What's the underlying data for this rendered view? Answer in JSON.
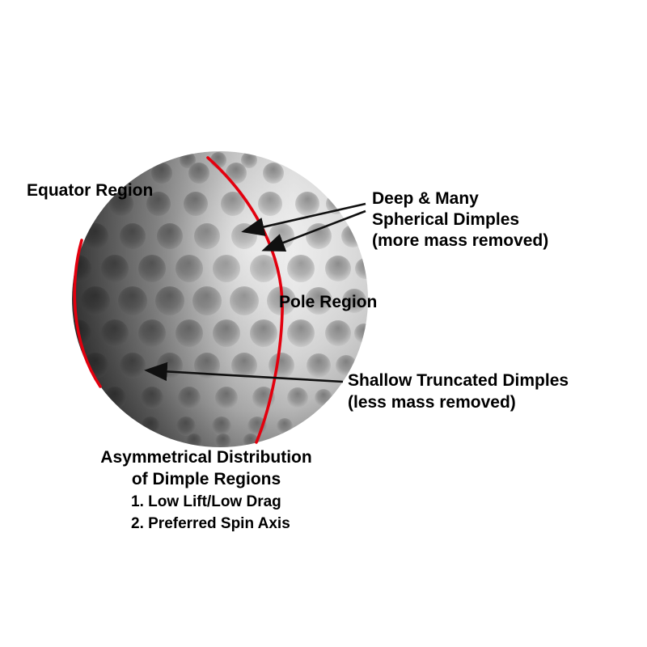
{
  "diagram": {
    "labels": {
      "equator_region": "Equator Region",
      "deep_dimples": {
        "line1": "Deep & Many",
        "line2": "Spherical Dimples",
        "line3": "(more mass removed)"
      },
      "pole_region": "Pole Region",
      "shallow_dimples": {
        "line1": "Shallow Truncated Dimples",
        "line2": "(less mass removed)"
      }
    },
    "title": {
      "line1": "Asymmetrical Distribution",
      "line2": "of Dimple Regions"
    },
    "list": {
      "items": [
        "1. Low Lift/Low Drag",
        "2. Preferred Spin Axis"
      ]
    },
    "colors": {
      "equator_line": "#e3000e",
      "arrow": "#101010",
      "text": "#000000",
      "background": "#ffffff",
      "ball_light": "#efefef",
      "ball_dark": "#3a3a3a"
    }
  }
}
